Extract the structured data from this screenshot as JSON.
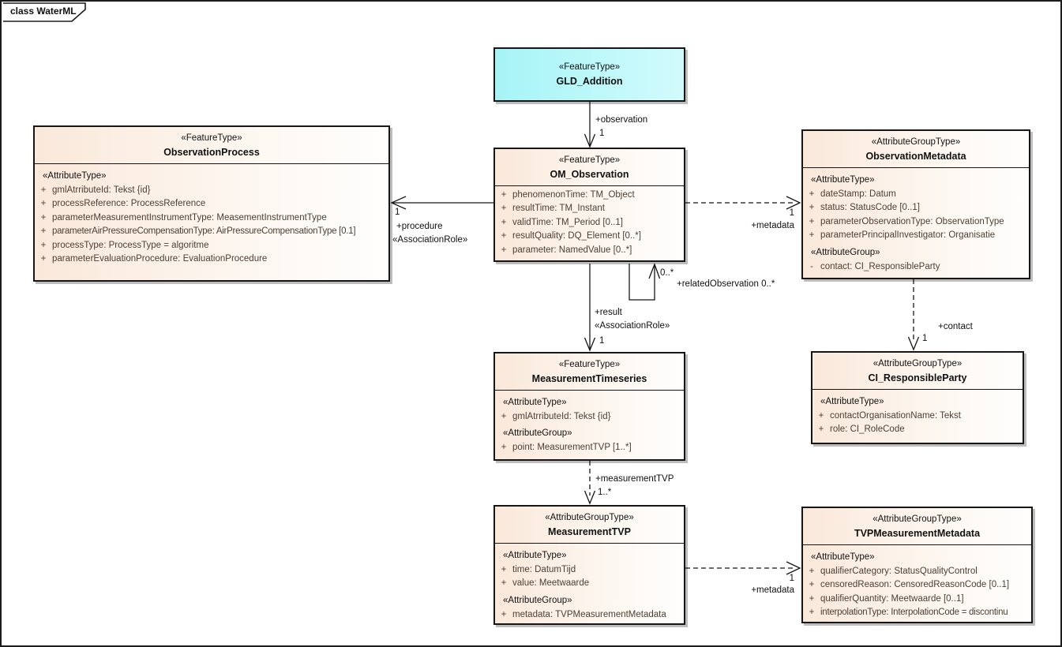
{
  "diagram": {
    "frame_label": "class WaterML",
    "colors": {
      "feature_highlight_fill": "#a6f4f6",
      "default_fill_left": "#fae8da",
      "default_fill_right": "#fffefd",
      "border": "#161616",
      "attribute_text": "#4c4036",
      "shadow": "#bdbdbd"
    }
  },
  "classes": [
    {
      "id": "gld-addition",
      "stereotype": "«FeatureType»",
      "name": "GLD_Addition",
      "sections": []
    },
    {
      "id": "observation-process",
      "stereotype": "«FeatureType»",
      "name": "ObservationProcess",
      "sections": [
        {
          "header": "«AttributeType»",
          "rows": [
            {
              "vis": "+",
              "text": "gmlAtrributeId: Tekst {id}"
            },
            {
              "vis": "+",
              "text": "processReference: ProcessReference"
            },
            {
              "vis": "+",
              "text": "parameterMeasurementInstrumentType: MeasementInstrumentType"
            },
            {
              "vis": "+",
              "text": "parameterAirPressureCompensationType: AirPressureCompensationType [0.1]"
            },
            {
              "vis": "+",
              "text": "processType: ProcessType = algoritme"
            },
            {
              "vis": "+",
              "text": "parameterEvaluationProcedure: EvaluationProcedure"
            }
          ]
        }
      ]
    },
    {
      "id": "om-observation",
      "stereotype": "«FeatureType»",
      "name": "OM_Observation",
      "sections": [
        {
          "header": null,
          "rows": [
            {
              "vis": "+",
              "text": "phenomenonTime: TM_Object"
            },
            {
              "vis": "+",
              "text": "resultTime: TM_Instant"
            },
            {
              "vis": "+",
              "text": "validTime: TM_Period [0..1]"
            },
            {
              "vis": "+",
              "text": "resultQuality: DQ_Element [0..*]"
            },
            {
              "vis": "+",
              "text": "parameter: NamedValue [0..*]"
            }
          ]
        }
      ]
    },
    {
      "id": "observation-metadata",
      "stereotype": "«AttributeGroupType»",
      "name": "ObservationMetadata",
      "sections": [
        {
          "header": "«AttributeType»",
          "rows": [
            {
              "vis": "+",
              "text": "dateStamp: Datum"
            },
            {
              "vis": "+",
              "text": "status: StatusCode [0..1]"
            },
            {
              "vis": "+",
              "text": "parameterObservationType: ObservationType"
            },
            {
              "vis": "+",
              "text": "parameterPrincipalInvestigator: Organisatie"
            }
          ]
        },
        {
          "header": "«AttributeGroup»",
          "rows": [
            {
              "vis": "-",
              "text": "contact: CI_ResponsibleParty"
            }
          ]
        }
      ]
    },
    {
      "id": "measurement-timeseries",
      "stereotype": "«FeatureType»",
      "name": "MeasurementTimeseries",
      "sections": [
        {
          "header": "«AttributeType»",
          "rows": [
            {
              "vis": "+",
              "text": "gmlAtrributeId: Tekst {id}"
            }
          ]
        },
        {
          "header": "«AttributeGroup»",
          "rows": [
            {
              "vis": "+",
              "text": "point: MeasurementTVP [1..*]"
            }
          ]
        }
      ]
    },
    {
      "id": "ci-responsibleparty",
      "stereotype": "«AttributeGroupType»",
      "name": "CI_ResponsibleParty",
      "sections": [
        {
          "header": "«AttributeType»",
          "rows": [
            {
              "vis": "+",
              "text": "contactOrganisationName: Tekst"
            },
            {
              "vis": "+",
              "text": "role: CI_RoleCode"
            }
          ]
        }
      ]
    },
    {
      "id": "measurement-tvp",
      "stereotype": "«AttributeGroupType»",
      "name": "MeasurementTVP",
      "sections": [
        {
          "header": "«AttributeType»",
          "rows": [
            {
              "vis": "+",
              "text": "time: DatumTijd"
            },
            {
              "vis": "+",
              "text": "value: Meetwaarde"
            }
          ]
        },
        {
          "header": "«AttributeGroup»",
          "rows": [
            {
              "vis": "+",
              "text": "metadata: TVPMeasurementMetadata"
            }
          ]
        }
      ]
    },
    {
      "id": "tvp-measurement-metadata",
      "stereotype": "«AttributeGroupType»",
      "name": "TVPMeasurementMetadata",
      "sections": [
        {
          "header": "«AttributeType»",
          "rows": [
            {
              "vis": "+",
              "text": "qualifierCategory: StatusQualityControl"
            },
            {
              "vis": "+",
              "text": "censoredReason: CensoredReasonCode [0..1]"
            },
            {
              "vis": "+",
              "text": "qualifierQuantity: Meetwaarde [0..1]"
            },
            {
              "vis": "+",
              "text": "interpolationType: InterpolationCode = discontinu"
            }
          ]
        }
      ]
    }
  ],
  "connector_labels": {
    "observation_role": "+observation",
    "observation_mult": "1",
    "procedure_mult": "1",
    "procedure_role": "+procedure",
    "procedure_stereo": "«AssociationRole»",
    "metadata_top_mult": "1",
    "metadata_top_role": "+metadata",
    "related_mult": "0..*",
    "related_role": "+relatedObservation 0..*",
    "result_role": "+result",
    "result_stereo": "«AssociationRole»",
    "result_mult": "1",
    "contact_role": "+contact",
    "contact_mult": "1",
    "measurementtvp_role": "+measurementTVP",
    "measurementtvp_mult": "1..*",
    "metadata_bottom_mult": "1",
    "metadata_bottom_role": "+metadata"
  }
}
